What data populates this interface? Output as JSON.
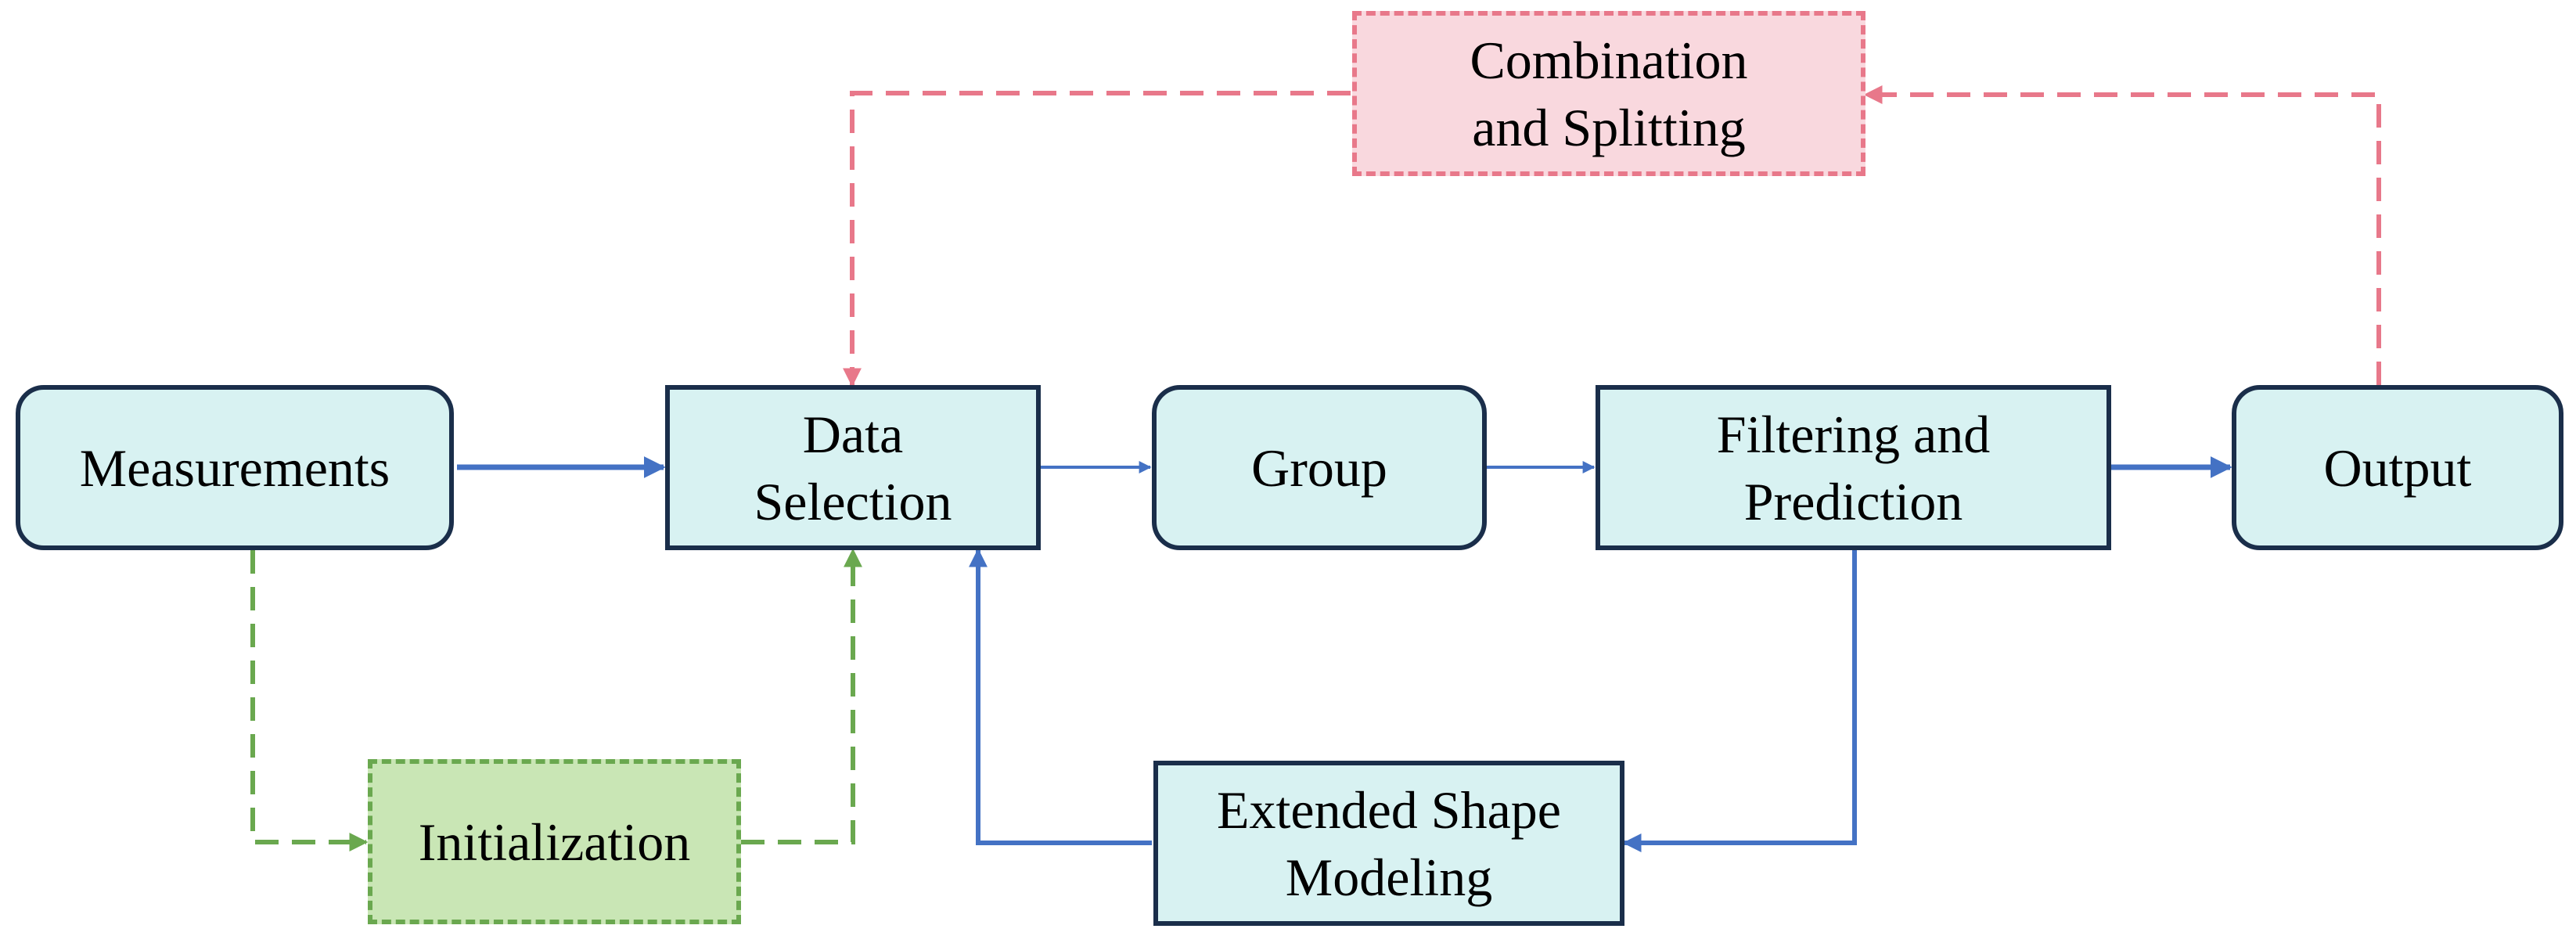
{
  "colors": {
    "node_fill": "#d8f2f2",
    "node_border": "#1a2e4a",
    "init_fill": "#c9e6b5",
    "init_border": "#6aa84f",
    "combo_fill": "#f9d8de",
    "combo_border": "#e8788a",
    "flow_arrow": "#4472c4"
  },
  "nodes": {
    "measurements": {
      "label": "Measurements"
    },
    "data_selection": {
      "line1": "Data",
      "line2": "Selection"
    },
    "group": {
      "label": "Group"
    },
    "filtering": {
      "line1": "Filtering and",
      "line2": "Prediction"
    },
    "output": {
      "label": "Output"
    },
    "combination": {
      "line1": "Combination",
      "line2": "and Splitting"
    },
    "initialization": {
      "label": "Initialization"
    },
    "extended": {
      "line1": "Extended Shape",
      "line2": "Modeling"
    }
  }
}
